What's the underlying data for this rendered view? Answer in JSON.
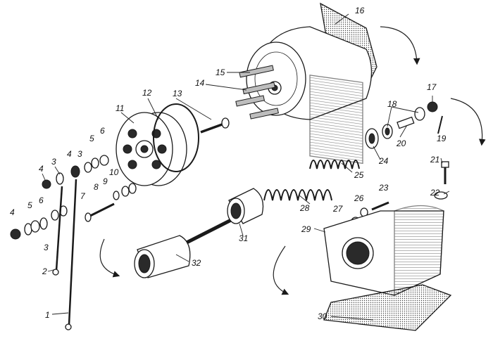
{
  "labels": [
    "1",
    "2",
    "3",
    "4",
    "5",
    "6",
    "7",
    "8",
    "9",
    "10",
    "11",
    "12",
    "13",
    "14",
    "15",
    "16",
    "17",
    "18",
    "19",
    "20",
    "21",
    "22",
    "23",
    "24",
    "25",
    "26",
    "27",
    "28",
    "29",
    "30",
    "31",
    "32"
  ]
}
